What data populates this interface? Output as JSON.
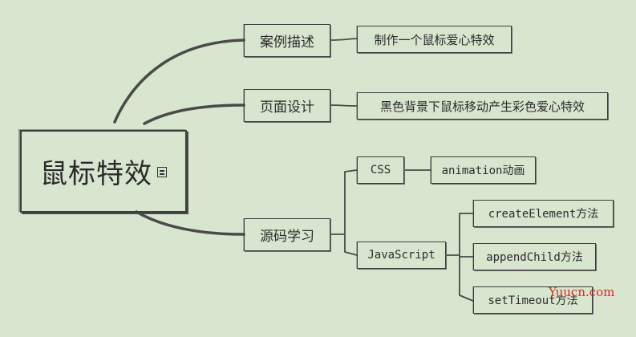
{
  "root": {
    "label": "鼠标特效",
    "note_icon": "note-icon"
  },
  "branches": [
    {
      "label": "案例描述",
      "children": [
        {
          "label": "制作一个鼠标爱心特效"
        }
      ]
    },
    {
      "label": "页面设计",
      "children": [
        {
          "label": "黑色背景下鼠标移动产生彩色爱心特效"
        }
      ]
    },
    {
      "label": "源码学习",
      "children": [
        {
          "label": "CSS",
          "children": [
            {
              "label": "animation动画"
            }
          ]
        },
        {
          "label": "JavaScript",
          "children": [
            {
              "label": "createElement方法"
            },
            {
              "label": "appendChild方法"
            },
            {
              "label": "setTimeout方法"
            }
          ]
        }
      ]
    }
  ],
  "watermark": "Yuucn.com",
  "colors": {
    "background": "#d8e5cf",
    "line": "#4a4a4a",
    "watermark": "#e0281e"
  }
}
